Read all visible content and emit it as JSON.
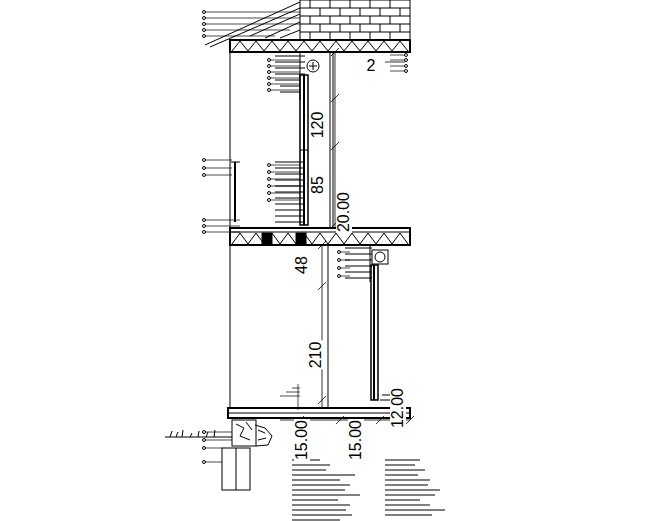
{
  "diagram": {
    "labels": [
      "2",
      "120",
      "85",
      "20.00",
      "48",
      "210",
      "15.00",
      "15.00",
      "12.00"
    ]
  }
}
